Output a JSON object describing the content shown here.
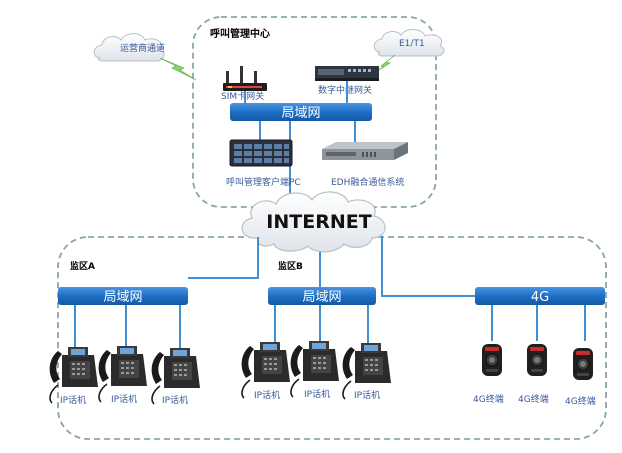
{
  "center": {
    "title": "呼叫管理中心",
    "lan_label": "局域网",
    "cloud_operator": "运营商通道",
    "cloud_e1": "E1/T1",
    "sim_gateway": "SIM卡网关",
    "digital_gateway": "数字中继网关",
    "client_pc": "呼叫管理客户端PC",
    "edh_system": "EDH融合通信系统"
  },
  "internet": {
    "label": "INTERNET"
  },
  "regions": {
    "a": {
      "title": "监区A",
      "lan_label": "局域网",
      "phones": [
        "IP话机",
        "IP话机",
        "IP话机"
      ]
    },
    "b": {
      "title": "监区B",
      "lan_label": "局域网",
      "phones": [
        "IP话机",
        "IP话机",
        "IP话机"
      ]
    },
    "g4": {
      "lan_label": "4G",
      "terminals": [
        "4G终端",
        "4G终端",
        "4G终端"
      ]
    }
  },
  "colors": {
    "lan_bar": "#1f6fc5",
    "link_line": "#3f8fd2",
    "dashed_border": "#8aa6a6",
    "label_text": "#3a5a9a",
    "heading_text": "#000000"
  }
}
